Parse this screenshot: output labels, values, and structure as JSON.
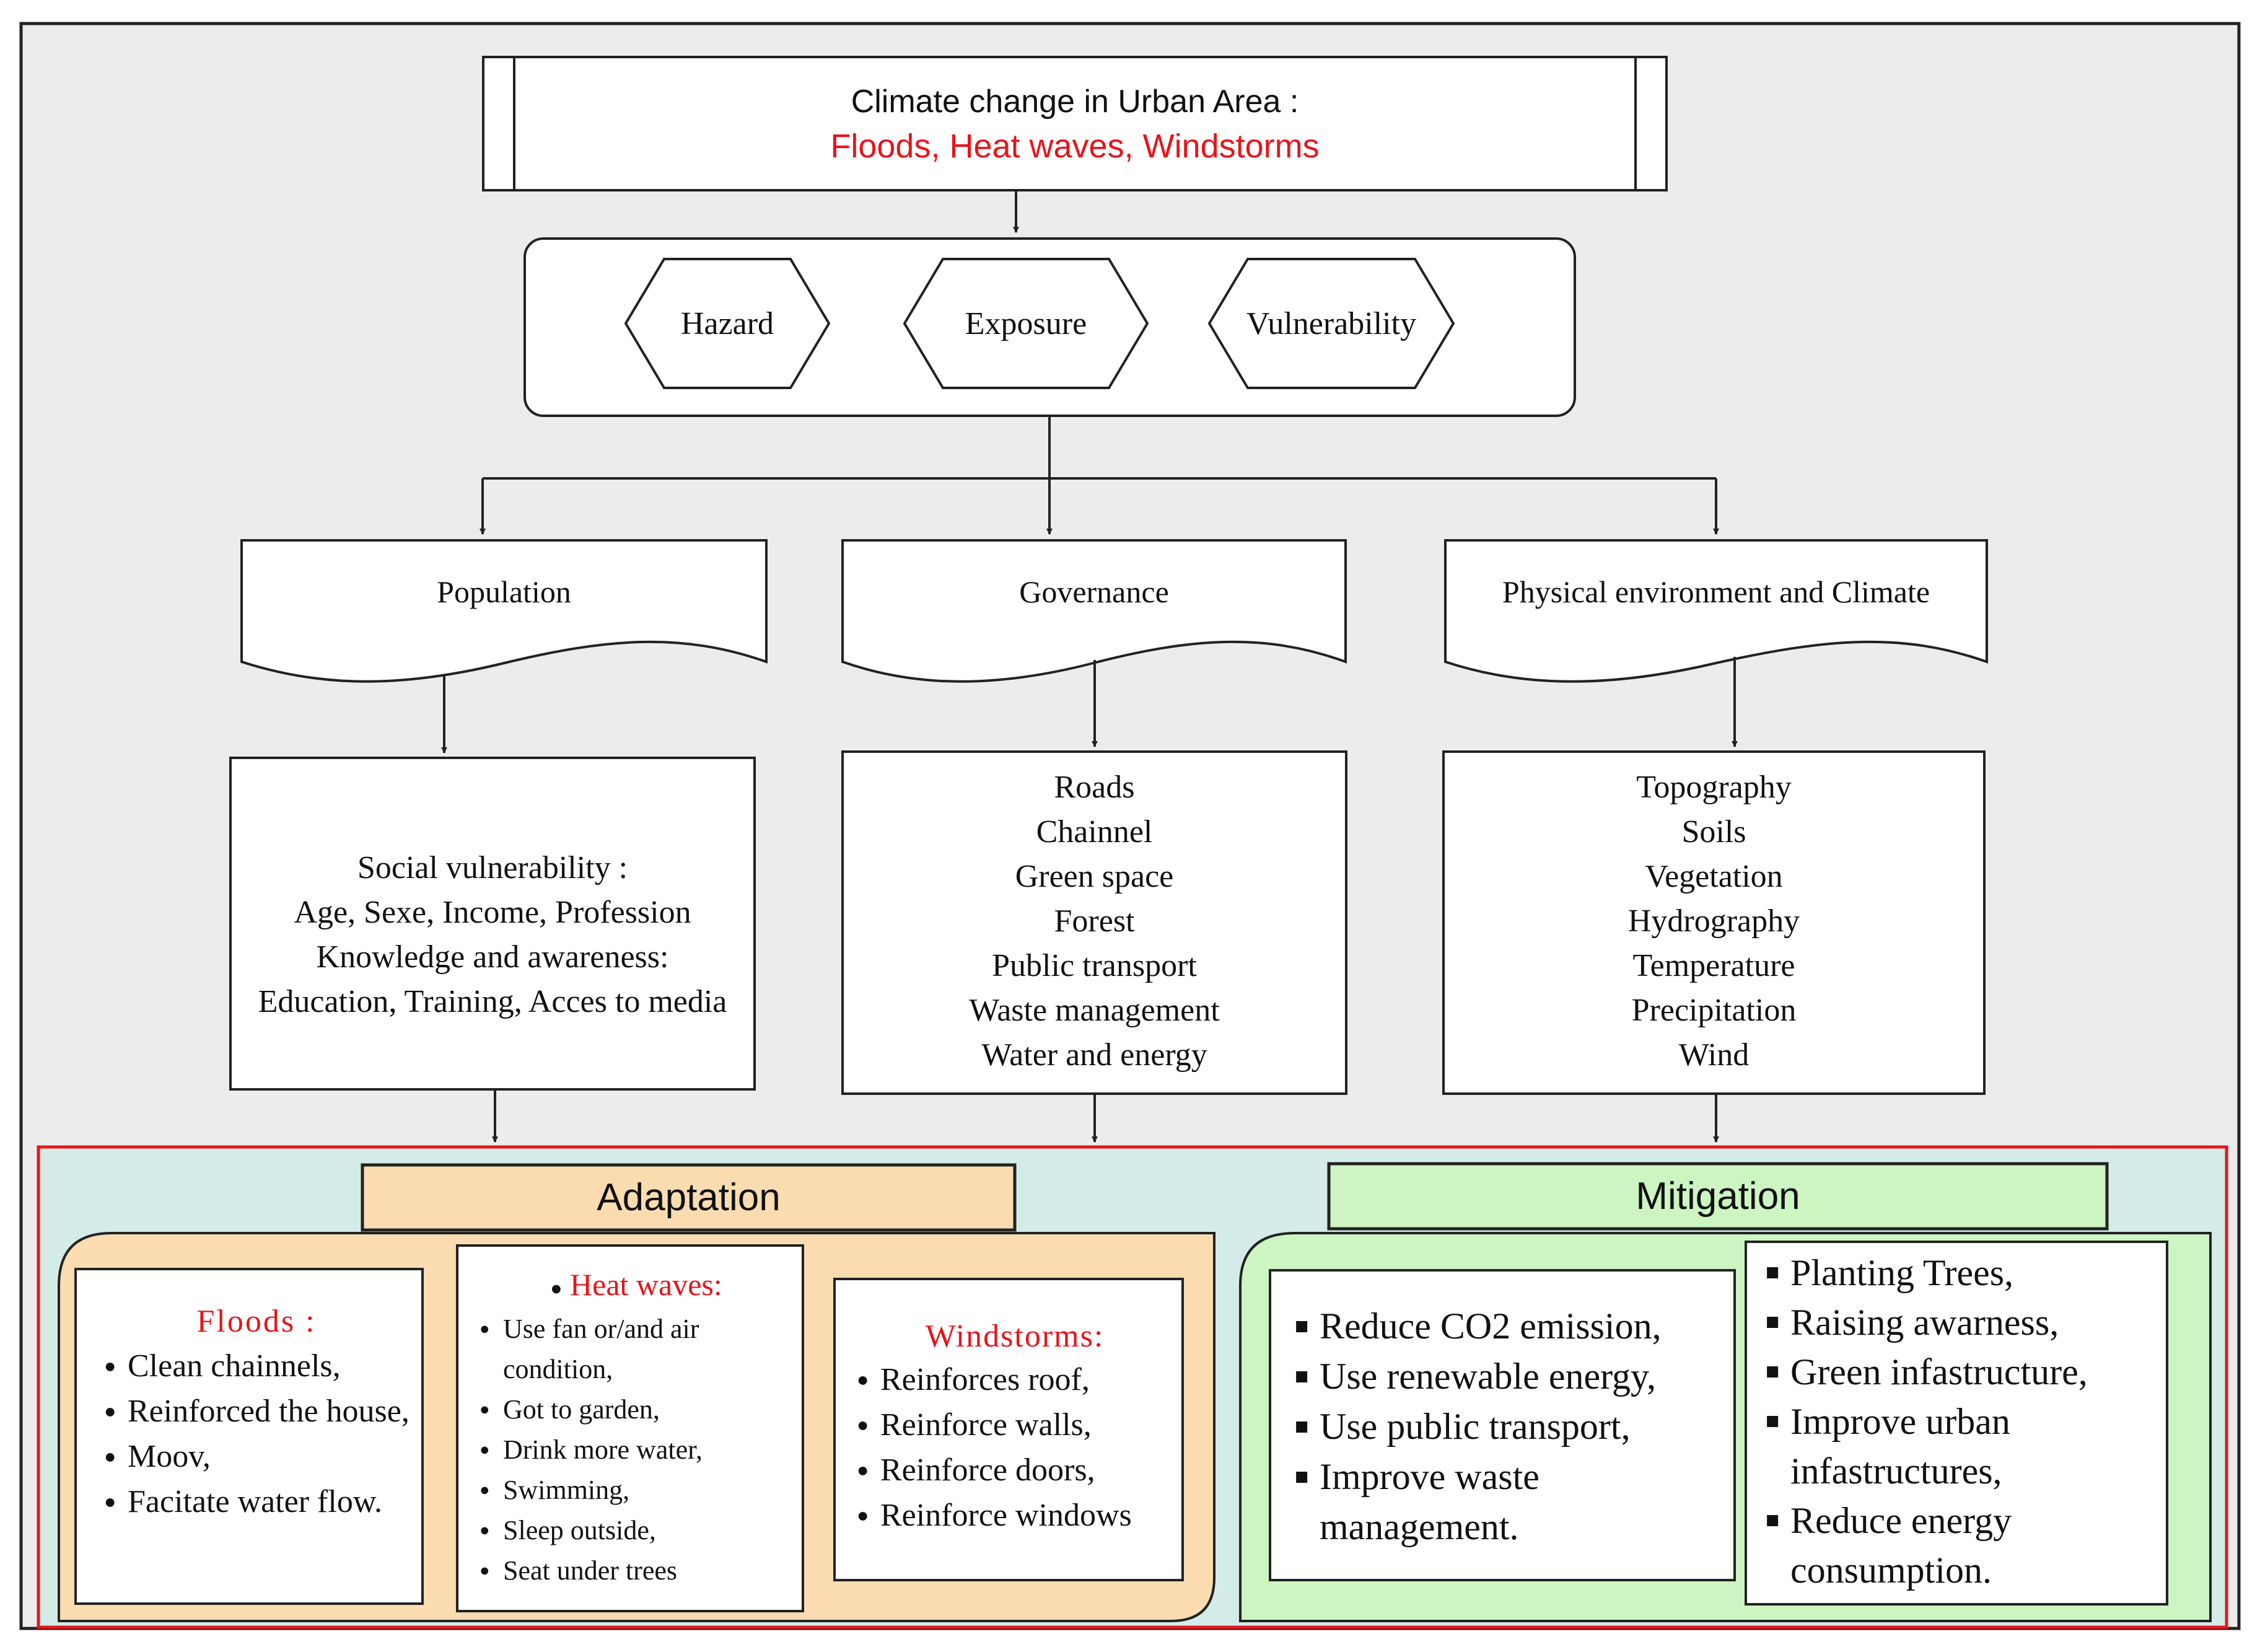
{
  "top": {
    "title": "Climate change in Urban Area :",
    "subtitle": "Floods, Heat waves, Windstorms"
  },
  "risk": {
    "items": [
      "Hazard",
      "Exposure",
      "Vulnerability"
    ]
  },
  "categories": [
    {
      "heading": "Population",
      "lines": [
        "Social vulnerability :",
        "Age, Sexe, Income, Profession",
        "Knowledge and awareness:",
        "Education, Training, Acces to media"
      ]
    },
    {
      "heading": "Governance",
      "lines": [
        "Roads",
        "Chainnel",
        "Green space",
        "Forest",
        "Public transport",
        "Waste management",
        "Water and energy"
      ]
    },
    {
      "heading": "Physical environment  and Climate",
      "lines": [
        "Topography",
        "Soils",
        "Vegetation",
        "Hydrography",
        "Temperature",
        "Precipitation",
        "Wind"
      ]
    }
  ],
  "adaptation": {
    "label": "Adaptation",
    "floods": {
      "title": "Floods :",
      "items": [
        "Clean chainnels,",
        "Reinforced the house,",
        "Moov,",
        "Facitate water flow."
      ]
    },
    "heat": {
      "title": "Heat waves:",
      "items": [
        "Use fan or/and air condition,",
        "Got to garden,",
        "Drink more water,",
        "Swimming,",
        "Sleep outside,",
        "Seat under trees"
      ]
    },
    "wind": {
      "title": "Windstorms:",
      "items": [
        "Reinforces roof,",
        "Reinforce walls,",
        "Reinforce doors,",
        "Reinforce windows"
      ]
    }
  },
  "mitigation": {
    "label": "Mitigation",
    "left": [
      "Reduce CO2 emission,",
      "Use renewable energy,",
      "Use public transport,",
      "Improve waste management."
    ],
    "right": [
      "Planting Trees,",
      "Raising awarness,",
      "Green infastructure,",
      "Improve urban infastructures,",
      "Reduce energy consumption."
    ]
  },
  "colors": {
    "background": "#ececec",
    "response_panel": "#d4ece7",
    "response_border": "#e8141b",
    "adaptation_fill": "#fadcb0",
    "mitigation_fill": "#ccf5c1",
    "highlight_text": "#e8141b"
  }
}
